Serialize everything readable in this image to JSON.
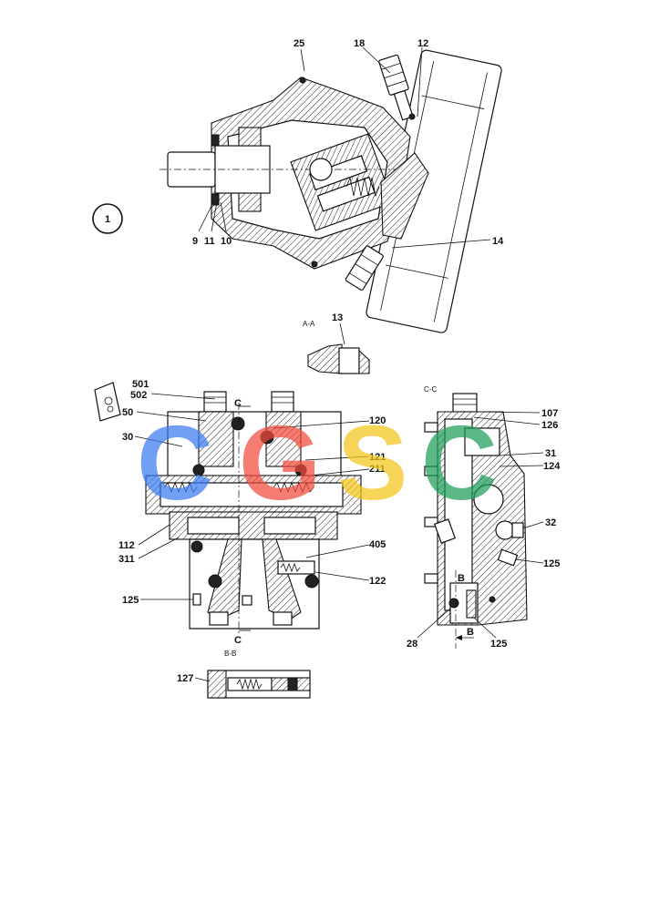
{
  "figure_number": "1",
  "section_labels": {
    "aa": "A-A",
    "bb": "B-B",
    "cc": "C-C",
    "c_top": "C",
    "c_bottom": "C",
    "b_top": "B",
    "b_bottom": "B"
  },
  "callouts": {
    "p25": "25",
    "p18": "18",
    "p12": "12",
    "p9": "9",
    "p11": "11",
    "p10": "10",
    "p14": "14",
    "p13": "13",
    "p501": "501",
    "p502": "502",
    "p50": "50",
    "p30": "30",
    "p112": "112",
    "p311": "311",
    "p125a": "125",
    "p120": "120",
    "p121": "121",
    "p211": "211",
    "p405": "405",
    "p122": "122",
    "p127": "127",
    "p107": "107",
    "p126": "126",
    "p31": "31",
    "p124": "124",
    "p32": "32",
    "p125b": "125",
    "p28": "28",
    "p125c": "125"
  },
  "watermark": {
    "letters": [
      "C",
      "G",
      "S",
      "C"
    ],
    "colors": [
      "#3a7bf0",
      "#f04a3a",
      "#f5c518",
      "#1f9e5a"
    ]
  }
}
